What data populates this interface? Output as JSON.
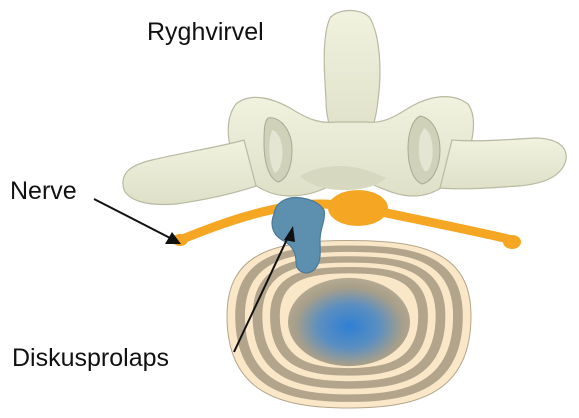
{
  "labels": {
    "title": "Ryghvirvel",
    "nerve": "Nerve",
    "herniation": "Diskusprolaps"
  },
  "colors": {
    "bone": "#ecedd8",
    "bone_shadow": "#c9cbb0",
    "bone_outline": "#b5b7a0",
    "nerve": "#f5a623",
    "disc_ring_light": "#f9e7c8",
    "disc_ring_dark": "#b3a58c",
    "disc_core": "#2f7fd4",
    "herniation": "#5d8fae",
    "arrow": "#111111"
  }
}
